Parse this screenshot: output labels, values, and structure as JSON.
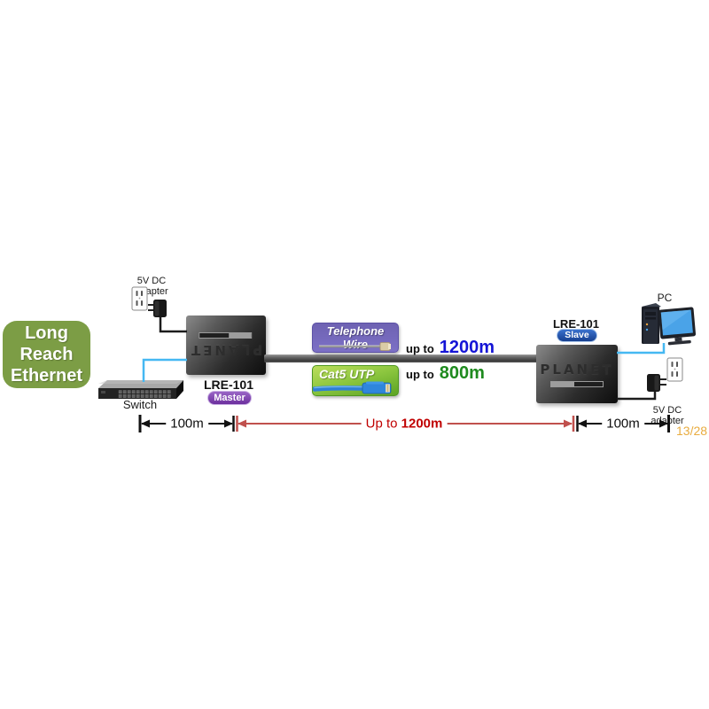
{
  "page": {
    "indicator": "13/28"
  },
  "banner": {
    "lines": [
      "Long",
      "Reach",
      "Ethernet"
    ],
    "bg_color": "#7C9D45"
  },
  "left_side": {
    "adapter_label": "5V DC adapter",
    "switch_label": "Switch"
  },
  "master_device": {
    "model": "LRE-101",
    "role": "Master",
    "logo": "PLANET",
    "badge_color": "#7A3FA8"
  },
  "slave_device": {
    "model": "LRE-101",
    "role": "Slave",
    "logo": "PLANET",
    "badge_color": "#1D52B0"
  },
  "right_side": {
    "pc_label": "PC",
    "adapter_label": "5V DC adapter"
  },
  "media_options": {
    "telephone": {
      "name": "Telephone Wire",
      "prefix": "up to",
      "distance": "1200m",
      "distance_color": "#1414D6",
      "badge_color": "#7266BB"
    },
    "cat5": {
      "name": "Cat5 UTP",
      "prefix": "up to",
      "distance": "800m",
      "distance_color": "#1E8A1E",
      "badge_color": "#8CC63F"
    }
  },
  "measurements": {
    "left": "100m",
    "mid_prefix": "Up to ",
    "mid_value": "1200m",
    "right": "100m",
    "mid_color": "#C00000",
    "arrow_red": "#C0504D",
    "arrow_black": "#111111"
  },
  "cable_colors": {
    "ethernet_blue": "#45B8F2",
    "power_black": "#1c1c1c",
    "trunk_gray": "#5a5a5a"
  }
}
